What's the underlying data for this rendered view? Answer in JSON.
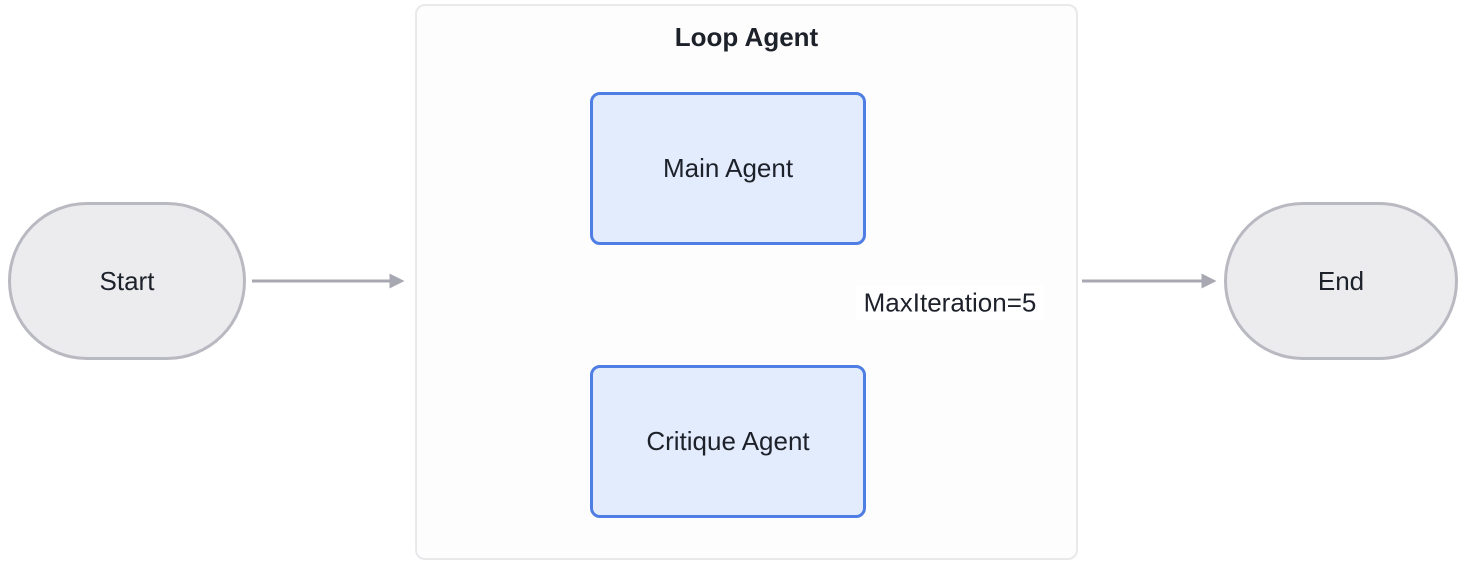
{
  "diagram": {
    "type": "flowchart",
    "container": {
      "title": "Loop Agent"
    },
    "nodes": {
      "start": {
        "label": "Start",
        "shape": "stadium"
      },
      "main_agent": {
        "label": "Main Agent",
        "shape": "rounded-rect"
      },
      "critique_agent": {
        "label": "Critique Agent",
        "shape": "rounded-rect"
      },
      "end": {
        "label": "End",
        "shape": "stadium"
      }
    },
    "edges": [
      {
        "from": "start",
        "to": "loop_agent",
        "label": ""
      },
      {
        "from": "main_agent",
        "to": "critique_agent",
        "label": ""
      },
      {
        "from": "critique_agent",
        "to": "main_agent",
        "label": "MaxIteration=5"
      },
      {
        "from": "loop_agent",
        "to": "end",
        "label": ""
      }
    ],
    "colors": {
      "terminal_fill": "#ececef",
      "terminal_border": "#b9b9c1",
      "agent_fill": "#e3ecfc",
      "agent_border": "#4e7ee3",
      "container_fill": "#fdfdfe",
      "container_border": "#e9e9ec",
      "arrow": "#a8a8b2",
      "text": "#1d212a",
      "label_bg": "#ffffff"
    }
  }
}
